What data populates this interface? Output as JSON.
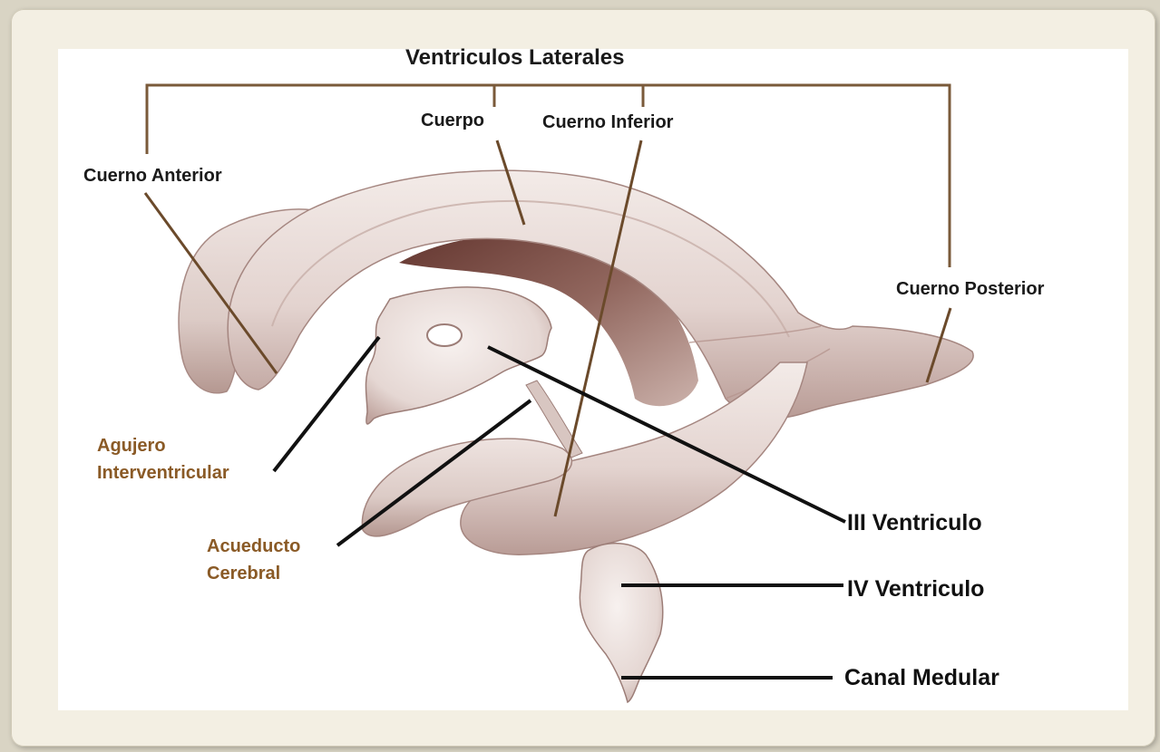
{
  "diagram": {
    "title": "Ventriculos Laterales",
    "labels": {
      "cuerpo": "Cuerpo",
      "cuerno_inferior": "Cuerno Inferior",
      "cuerno_anterior": "Cuerno Anterior",
      "cuerno_posterior": "Cuerno Posterior",
      "agujero_line1": "Agujero",
      "agujero_line2": "Interventricular",
      "acueducto_line1": "Acueducto",
      "acueducto_line2": "Cerebral",
      "iii_ventriculo": "III Ventriculo",
      "iv_ventriculo": "IV Ventriculo",
      "canal_medular": "Canal Medular"
    },
    "colors": {
      "frame": "#f3efe3",
      "panel": "#ffffff",
      "ventricle_fill": "#e8dcd8",
      "ventricle_shade": "#b79b95",
      "ventricle_dark": "#6e3d36",
      "bracket": "#7a5a3a",
      "pointer_brown": "#6b4a2b",
      "pointer_black": "#111111",
      "brown_text": "#8a5a26"
    }
  }
}
